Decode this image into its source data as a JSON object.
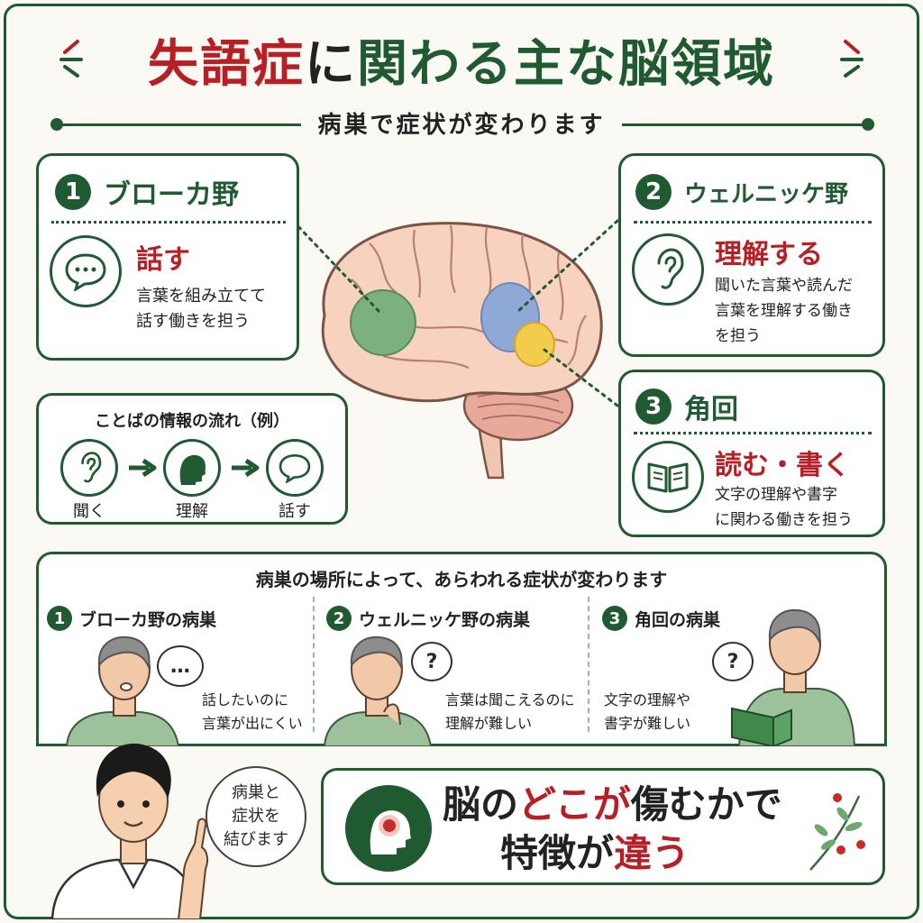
{
  "colors": {
    "green": "#1f5a30",
    "red": "#b81f25",
    "broca": "#7db07f",
    "wernicke": "#8fa9d6",
    "angular": "#f2cc4a"
  },
  "title": {
    "part1": "失語症",
    "part2": "に",
    "part3": "関わる主な",
    "part4": "脳領域"
  },
  "subtitle": "病巣で症状が変わります",
  "areas": [
    {
      "num": "1",
      "name": "ブローカ野",
      "icon": "speech-bubble-icon",
      "function": "話す",
      "desc1": "言葉を組み立てて",
      "desc2": "話す働きを担う"
    },
    {
      "num": "2",
      "name": "ウェルニッケ野",
      "icon": "ear-icon",
      "function": "理解する",
      "desc1": "聞いた言葉や読んだ",
      "desc2": "言葉を理解する働き",
      "desc3": "を担う"
    },
    {
      "num": "3",
      "name": "角回",
      "icon": "book-icon",
      "function": "読む・書く",
      "desc1": "文字の理解や書字",
      "desc2": "に関わる働きを担う"
    }
  ],
  "flow": {
    "title": "ことばの情報の流れ（例）",
    "steps": [
      "聞く",
      "理解",
      "話す"
    ]
  },
  "lesions": {
    "title": "病巣の場所によって、あらわれる症状が変わります",
    "columns": [
      {
        "num": "1",
        "label": "ブローカ野の病巣",
        "bubble": "…",
        "line1": "話したいのに",
        "line2": "言葉が出にくい"
      },
      {
        "num": "2",
        "label": "ウェルニッケ野の病巣",
        "bubble": "?",
        "line1": "言葉は聞こえるのに",
        "line2": "理解が難しい"
      },
      {
        "num": "3",
        "label": "角回の病巣",
        "bubble": "?",
        "line1": "文字の理解や",
        "line2": "書字が難しい"
      }
    ]
  },
  "guide": {
    "line1": "病巣と",
    "line2": "症状を",
    "line3": "結びます"
  },
  "summary": {
    "a": "脳の",
    "b": "どこが",
    "c": "傷むかで",
    "d": "特徴が",
    "e": "違う"
  }
}
